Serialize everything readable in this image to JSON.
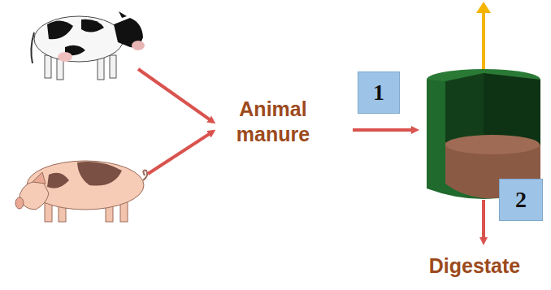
{
  "diagram": {
    "nodes": [
      {
        "text": [
          "1"
        ]
      },
      {
        "text": [
          "2"
        ]
      }
    ],
    "labels": [
      "Animal manure",
      "Digestate"
    ]
  }
}
